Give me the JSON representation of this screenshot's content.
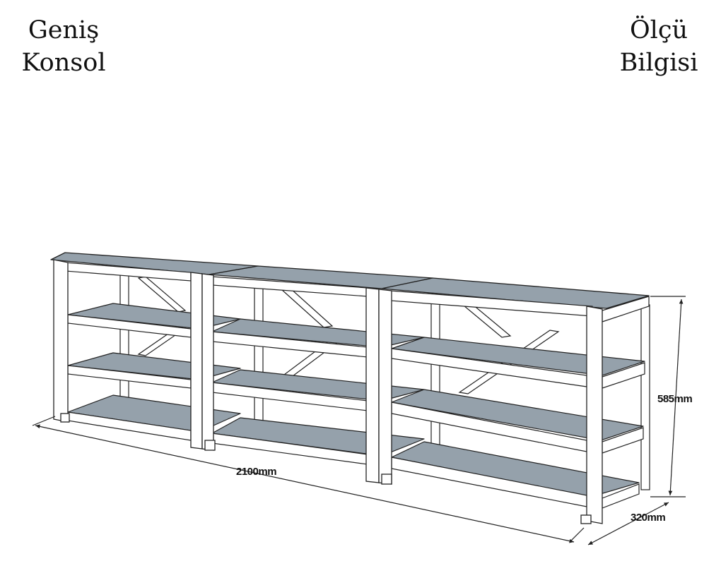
{
  "header": {
    "left_title": [
      "Geniş",
      "Konsol"
    ],
    "right_title": [
      "Ölçü",
      "Bilgisi"
    ]
  },
  "dimensions": {
    "width": "2100mm",
    "height": "585mm",
    "depth": "320mm"
  },
  "colors": {
    "shelf_fill": "#95a1ab",
    "frame_fill": "#ffffff",
    "line": "#222222"
  }
}
